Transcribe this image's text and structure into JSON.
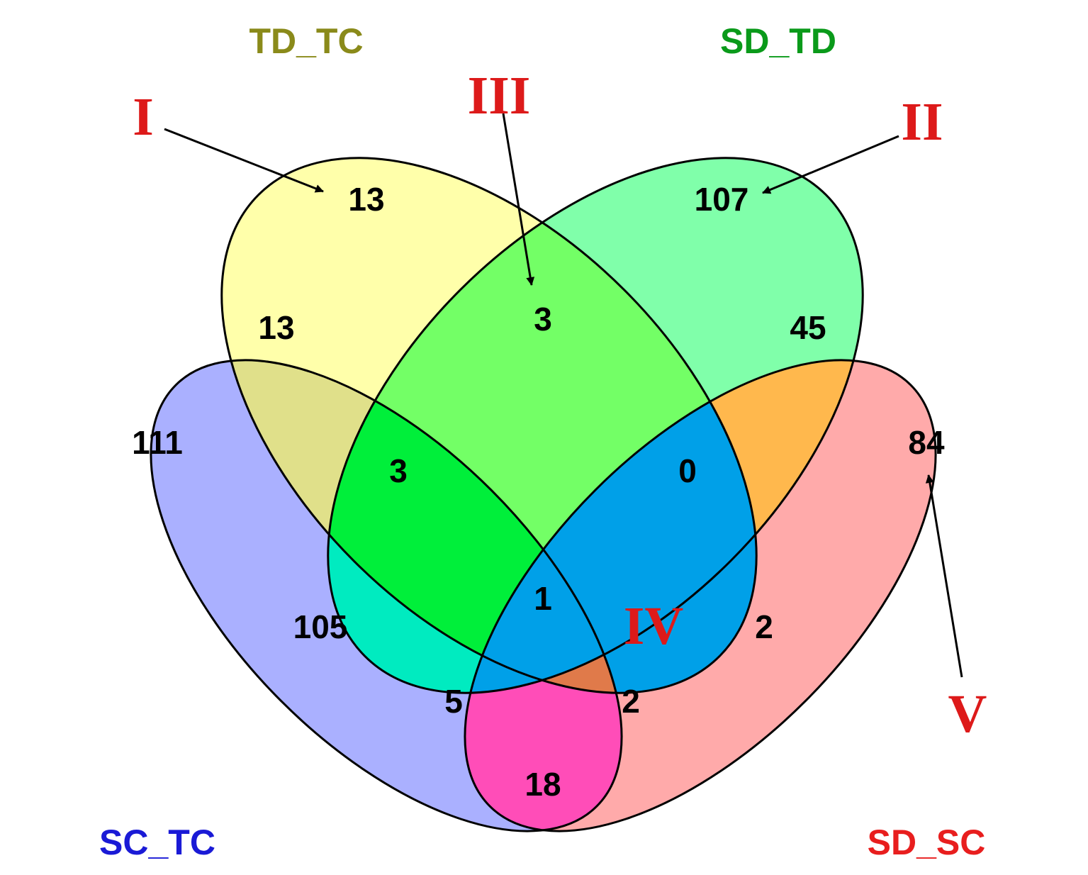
{
  "sets": {
    "sc_tc": {
      "label": "SC_TC",
      "color": "#1a1ad6"
    },
    "td_tc": {
      "label": "TD_TC",
      "color": "#8a8a1a"
    },
    "sd_td": {
      "label": "SD_TD",
      "color": "#0a9a1a"
    },
    "sd_sc": {
      "label": "SD_SC",
      "color": "#e81e1e"
    }
  },
  "region_colors": {
    "sc_tc_only": "#aab0ff",
    "td_tc_only": "#ffffaa",
    "sd_td_only": "#80ffaa",
    "sd_sc_only": "#ffaaaa",
    "sc_tc_td_tc": "#e0e08a",
    "td_tc_sd_td": "#73ff66",
    "sd_td_sd_sc": "#ffb84d",
    "sc_tc_sd_td": "#00ebc0",
    "sc_tc_sd_sc": "#ff4db8",
    "sc_tc_td_tc_sd_td": "#00ef3a",
    "sc_tc_td_tc_sd_sc": "#e07a4a",
    "inner_blue": "#00a0e8"
  },
  "counts": {
    "sc_tc_only": "111",
    "td_tc_only": "13",
    "sd_td_only": "107",
    "sd_sc_only": "84",
    "sc_tc_td_tc": "13",
    "td_tc_sd_td": "3",
    "sd_td_sd_sc": "45",
    "sc_tc_sd_td": "105",
    "sc_tc_sd_sc": "18",
    "td_tc_sd_sc": "2",
    "sc_tc_td_tc_sd_td": "3",
    "td_tc_sd_td_sd_sc": "0",
    "sc_tc_td_tc_sd_sc": "5",
    "sc_tc_sd_td_sd_sc": "2",
    "all_four": "1"
  },
  "annotations": {
    "color": "#dd1a1a",
    "I": "I",
    "II": "II",
    "III": "III",
    "IV": "IV",
    "V": "V"
  }
}
